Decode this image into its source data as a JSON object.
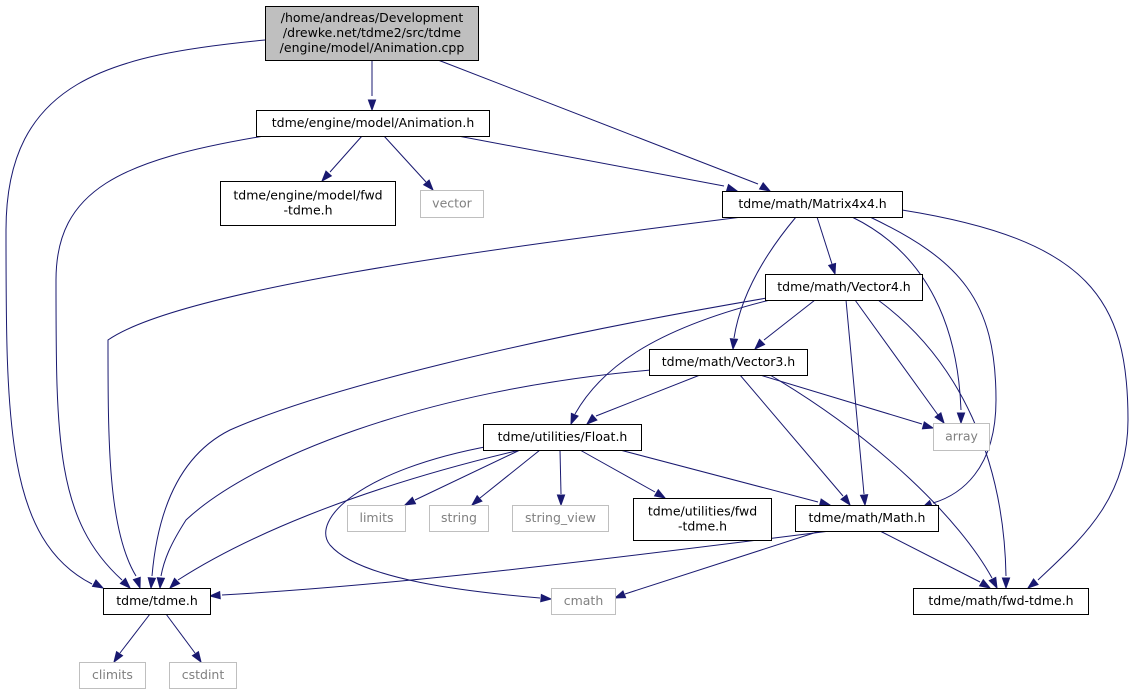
{
  "graph": {
    "colors": {
      "edge": "#191970",
      "node_border": "#000000",
      "muted_border": "#bfbfbf",
      "muted_text": "#808080",
      "root_fill": "#bfbfbf",
      "node_fill": "#ffffff"
    },
    "nodes": [
      {
        "id": "root",
        "lines": [
          "/home/andreas/Development",
          "/drewke.net/tdme2/src/tdme",
          "/engine/model/Animation.cpp"
        ],
        "style": "root"
      },
      {
        "id": "animation_h",
        "lines": [
          "tdme/engine/model/Animation.h"
        ],
        "style": "normal"
      },
      {
        "id": "model_fwd",
        "lines": [
          "tdme/engine/model/fwd",
          "-tdme.h"
        ],
        "style": "normal"
      },
      {
        "id": "vector",
        "lines": [
          "vector"
        ],
        "style": "muted"
      },
      {
        "id": "matrix",
        "lines": [
          "tdme/math/Matrix4x4.h"
        ],
        "style": "normal"
      },
      {
        "id": "vector4",
        "lines": [
          "tdme/math/Vector4.h"
        ],
        "style": "normal"
      },
      {
        "id": "vector3",
        "lines": [
          "tdme/math/Vector3.h"
        ],
        "style": "normal"
      },
      {
        "id": "float",
        "lines": [
          "tdme/utilities/Float.h"
        ],
        "style": "normal"
      },
      {
        "id": "array",
        "lines": [
          "array"
        ],
        "style": "muted"
      },
      {
        "id": "limits",
        "lines": [
          "limits"
        ],
        "style": "muted"
      },
      {
        "id": "string",
        "lines": [
          "string"
        ],
        "style": "muted"
      },
      {
        "id": "string_view",
        "lines": [
          "string_view"
        ],
        "style": "muted"
      },
      {
        "id": "util_fwd",
        "lines": [
          "tdme/utilities/fwd",
          "-tdme.h"
        ],
        "style": "normal"
      },
      {
        "id": "math_h",
        "lines": [
          "tdme/math/Math.h"
        ],
        "style": "normal"
      },
      {
        "id": "tdme_h",
        "lines": [
          "tdme/tdme.h"
        ],
        "style": "normal"
      },
      {
        "id": "cmath",
        "lines": [
          "cmath"
        ],
        "style": "muted"
      },
      {
        "id": "math_fwd",
        "lines": [
          "tdme/math/fwd-tdme.h"
        ],
        "style": "normal"
      },
      {
        "id": "climits",
        "lines": [
          "climits"
        ],
        "style": "muted"
      },
      {
        "id": "cstdint",
        "lines": [
          "cstdint"
        ],
        "style": "muted"
      }
    ],
    "edges": [
      {
        "from": "root",
        "to": "animation_h"
      },
      {
        "from": "root",
        "to": "tdme_h"
      },
      {
        "from": "root",
        "to": "matrix"
      },
      {
        "from": "animation_h",
        "to": "model_fwd"
      },
      {
        "from": "animation_h",
        "to": "vector"
      },
      {
        "from": "animation_h",
        "to": "matrix"
      },
      {
        "from": "animation_h",
        "to": "tdme_h"
      },
      {
        "from": "matrix",
        "to": "tdme_h"
      },
      {
        "from": "matrix",
        "to": "vector4"
      },
      {
        "from": "matrix",
        "to": "vector3"
      },
      {
        "from": "matrix",
        "to": "array"
      },
      {
        "from": "matrix",
        "to": "math_h"
      },
      {
        "from": "matrix",
        "to": "math_fwd"
      },
      {
        "from": "vector4",
        "to": "vector3"
      },
      {
        "from": "vector4",
        "to": "float"
      },
      {
        "from": "vector4",
        "to": "tdme_h"
      },
      {
        "from": "vector4",
        "to": "array"
      },
      {
        "from": "vector4",
        "to": "math_h"
      },
      {
        "from": "vector4",
        "to": "math_fwd"
      },
      {
        "from": "vector3",
        "to": "float"
      },
      {
        "from": "vector3",
        "to": "tdme_h"
      },
      {
        "from": "vector3",
        "to": "array"
      },
      {
        "from": "vector3",
        "to": "math_h"
      },
      {
        "from": "vector3",
        "to": "math_fwd"
      },
      {
        "from": "float",
        "to": "limits"
      },
      {
        "from": "float",
        "to": "string"
      },
      {
        "from": "float",
        "to": "string_view"
      },
      {
        "from": "float",
        "to": "util_fwd"
      },
      {
        "from": "float",
        "to": "math_h"
      },
      {
        "from": "float",
        "to": "tdme_h"
      },
      {
        "from": "float",
        "to": "cmath"
      },
      {
        "from": "math_h",
        "to": "tdme_h"
      },
      {
        "from": "math_h",
        "to": "cmath"
      },
      {
        "from": "math_h",
        "to": "math_fwd"
      },
      {
        "from": "tdme_h",
        "to": "climits"
      },
      {
        "from": "tdme_h",
        "to": "cstdint"
      }
    ]
  }
}
